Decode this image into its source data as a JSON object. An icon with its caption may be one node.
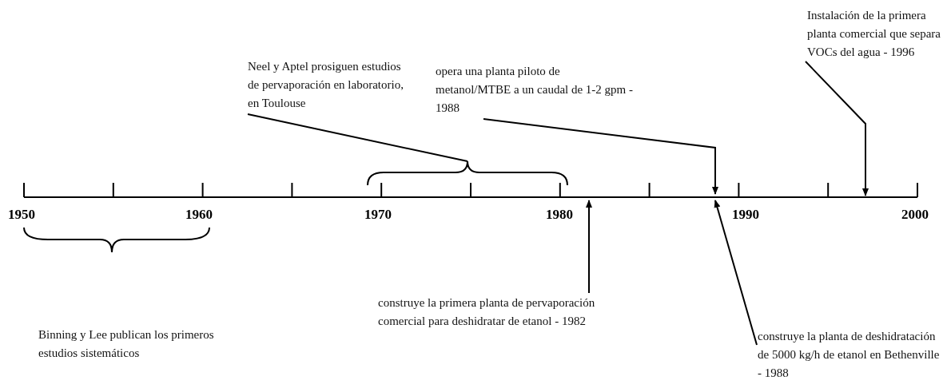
{
  "diagram": {
    "nodes": [
      {
        "text": [
          "Neel y Aptel prosiguen estudios de pervaporación en laboratorio, en Toulouse"
        ]
      },
      {
        "text": [
          "opera una planta piloto de metanol/MTBE a un caudal de 1-2 gpm - 1988"
        ]
      },
      {
        "text": [
          "Instalación de la primera planta comercial que separa VOCs del agua - 1996"
        ]
      },
      {
        "text": [
          "Binning y Lee publican los primeros estudios sistemáticos"
        ]
      },
      {
        "text": [
          "construye la primera planta de pervaporación comercial para deshidratar de etanol - 1982"
        ]
      },
      {
        "text": [
          "construye la planta de deshidratación de 5000 kg/h de etanol en Bethenville - 1988"
        ]
      },
      {
        "text": [],
        "shape": "bracket"
      }
    ],
    "edges": [
      {
        "from": 0,
        "to": 6,
        "arrow": "none"
      },
      {
        "from": 1,
        "to": null,
        "arrow": "to"
      },
      {
        "from": 2,
        "to": null,
        "arrow": "to"
      },
      {
        "from": 4,
        "to": null,
        "arrow": "to"
      },
      {
        "from": 5,
        "to": null,
        "arrow": "to"
      }
    ],
    "labels": [
      "1950",
      "1960",
      "1970",
      "1980",
      "1990",
      "2000"
    ]
  }
}
